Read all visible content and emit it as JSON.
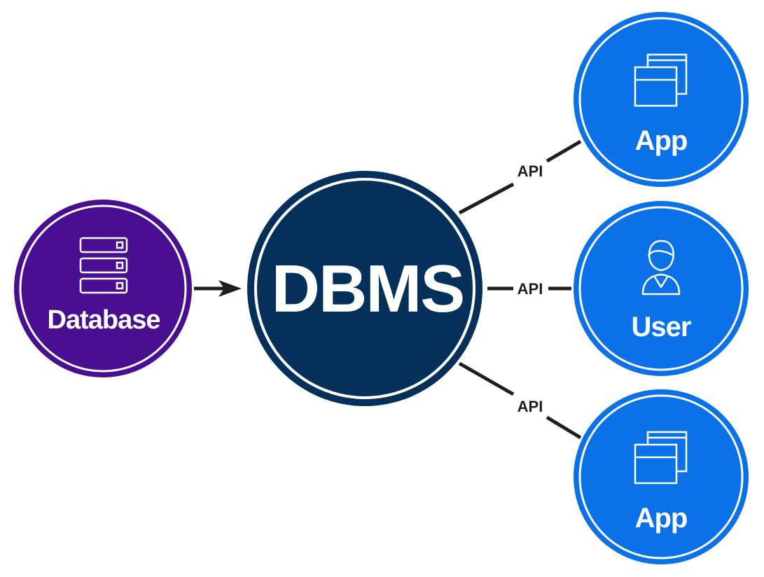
{
  "nodes": {
    "database": {
      "label": "Database",
      "color": "#4a0f91",
      "icon": "server-stack-icon"
    },
    "dbms": {
      "label": "DBMS",
      "color": "#05305a"
    },
    "app_top": {
      "label": "App",
      "color": "#0a72e6",
      "icon": "app-windows-icon"
    },
    "user": {
      "label": "User",
      "color": "#0a72e6",
      "icon": "user-icon"
    },
    "app_bottom": {
      "label": "App",
      "color": "#0a72e6",
      "icon": "app-windows-icon"
    }
  },
  "connectors": {
    "api_top": "API",
    "api_middle": "API",
    "api_bottom": "API"
  },
  "colors": {
    "line": "#1f1f1f",
    "ring": "#ffffff"
  }
}
